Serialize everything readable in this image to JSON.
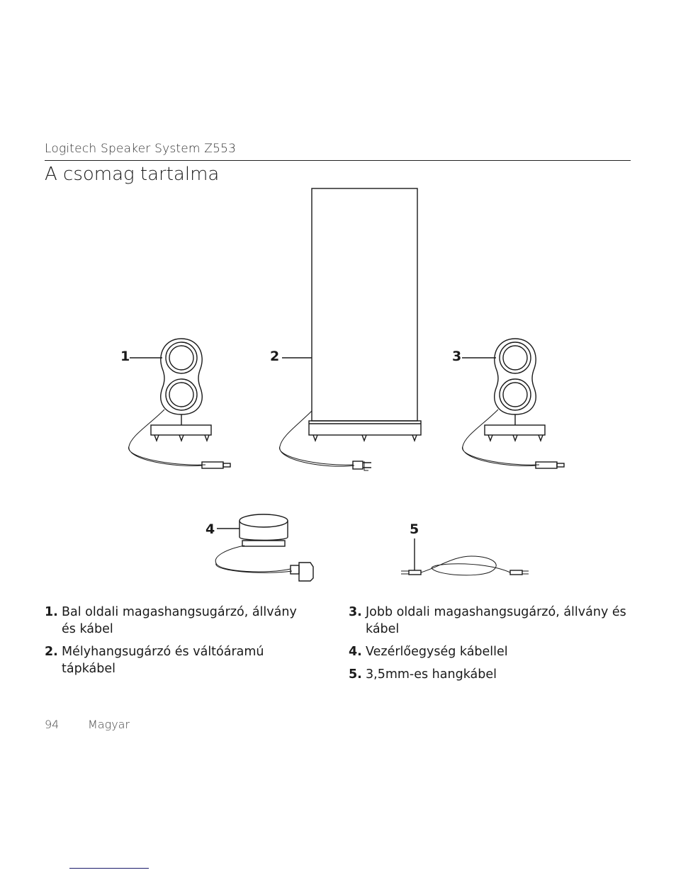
{
  "header": {
    "product": "Logitech Speaker System Z553"
  },
  "title": "A csomag tartalma",
  "callouts": [
    "1",
    "2",
    "3",
    "4",
    "5"
  ],
  "items_left": [
    {
      "num": "1.",
      "text": "Bal oldali magashangsugárzó, állvány és kábel"
    },
    {
      "num": "2.",
      "text": "Mélyhangsugárzó és váltóáramú tápkábel"
    }
  ],
  "items_right": [
    {
      "num": "3.",
      "text": "Jobb oldali magashangsugárzó, állvány és kábel"
    },
    {
      "num": "4.",
      "text": "Vezérlőegység kábellel"
    },
    {
      "num": "5.",
      "text": "3,5mm-es hangkábel"
    }
  ],
  "footer": {
    "page_number": "94",
    "language": "Magyar"
  }
}
